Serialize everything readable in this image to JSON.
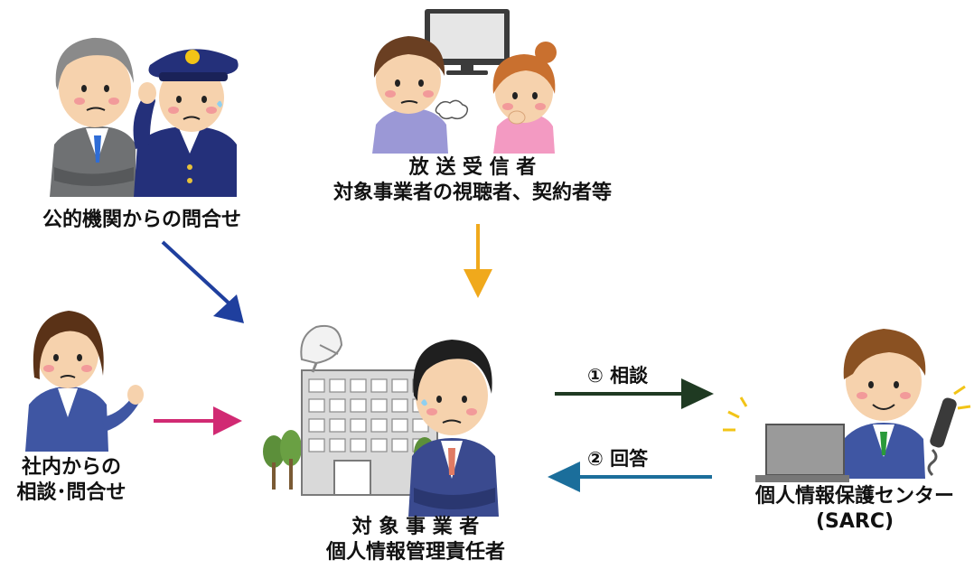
{
  "nodes": {
    "public": {
      "label": "公的機関からの問合せ"
    },
    "viewers": {
      "label_line1": "放 送 受 信 者",
      "label_line2": "対象事業者の視聴者、契約者等"
    },
    "internal": {
      "label_line1": "社内からの",
      "label_line2": "相談･問合せ"
    },
    "business": {
      "label_line1": "対 象 事 業 者",
      "label_line2": "個人情報管理責任者"
    },
    "sarc": {
      "label_line1": "個人情報保護センター",
      "label_line2": "(SARC)"
    }
  },
  "edges": {
    "consult": {
      "label": "① 相談",
      "color": "#1f3a22"
    },
    "answer": {
      "label": "② 回答",
      "color": "#1b6e9b"
    },
    "public_in": {
      "color": "#1f3f9e"
    },
    "viewers_in": {
      "color": "#f0a91c"
    },
    "internal_in": {
      "color": "#d12a73"
    }
  },
  "colors": {
    "suit": "#3f56a3",
    "suit_dark": "#2a3c80",
    "skin": "#f6d2ad",
    "blush": "#f29a9a",
    "hair_dark": "#2a2a2a",
    "hair_brown": "#7a4a2a",
    "hair_gray": "#8a8a8a",
    "police": "#24307a",
    "building": "#d9d9d9",
    "tree": "#5c8f3a"
  }
}
